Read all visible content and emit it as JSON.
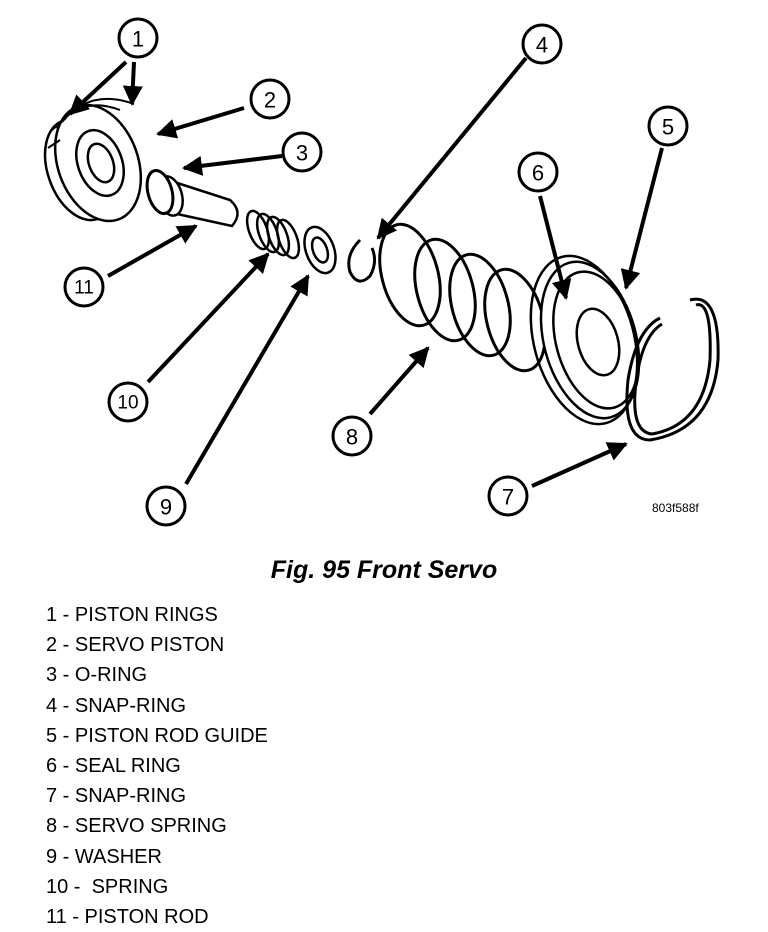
{
  "figure": {
    "caption": "Fig. 95 Front Servo",
    "drawing_id": "803f588f"
  },
  "callouts": [
    {
      "number": "1",
      "label": "PISTON RINGS"
    },
    {
      "number": "2",
      "label": "SERVO PISTON"
    },
    {
      "number": "3",
      "label": "O-RING"
    },
    {
      "number": "4",
      "label": "SNAP-RING"
    },
    {
      "number": "5",
      "label": "PISTON ROD GUIDE"
    },
    {
      "number": "6",
      "label": "SEAL RING"
    },
    {
      "number": "7",
      "label": "SNAP-RING"
    },
    {
      "number": "8",
      "label": "SERVO SPRING"
    },
    {
      "number": "9",
      "label": "WASHER"
    },
    {
      "number": "10",
      "label": "SPRING"
    },
    {
      "number": "11",
      "label": "PISTON ROD"
    }
  ],
  "legend": [
    "1 - PISTON RINGS",
    "2 - SERVO PISTON",
    "3 - O-RING",
    "4 - SNAP-RING",
    "5 - PISTON ROD GUIDE",
    "6 - SEAL RING",
    "7 - SNAP-RING",
    "8 - SERVO SPRING",
    "9 - WASHER",
    "10 -  SPRING",
    "11 - PISTON ROD"
  ]
}
